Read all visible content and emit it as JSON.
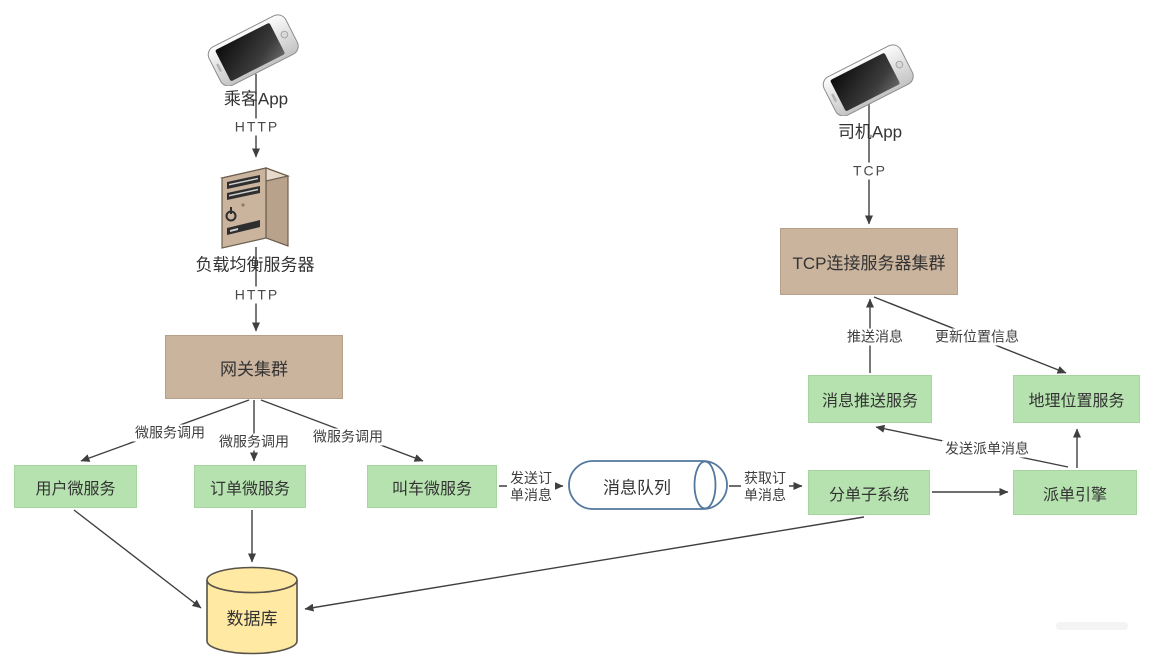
{
  "diagram": {
    "description": "ride-hailing platform architecture diagram",
    "nodes": {
      "passenger_app": "乘客App",
      "load_balancer": "负载均衡服务器",
      "gateway_cluster": "网关集群",
      "user_service": "用户微服务",
      "order_service": "订单微服务",
      "hailing_service": "叫车微服务",
      "message_queue": "消息队列",
      "database": "数据库",
      "driver_app": "司机App",
      "tcp_cluster": "TCP连接服务器集群",
      "push_service": "消息推送服务",
      "geo_service": "地理位置服务",
      "dispatch_subsystem": "分单子系统",
      "dispatch_engine": "派单引擎"
    },
    "edge_labels": {
      "http1": "HTTP",
      "http2": "HTTP",
      "tcp": "TCP",
      "microservice_call_1": "微服务调用",
      "microservice_call_2": "微服务调用",
      "microservice_call_3": "微服务调用",
      "send_order_msg": "发送订\n单消息",
      "get_order_msg": "获取订\n单消息",
      "push_msg": "推送消息",
      "update_location": "更新位置信息",
      "send_dispatch_msg": "发送派单消息"
    },
    "connections": [
      {
        "from": "乘客App",
        "to": "负载均衡服务器",
        "label": "HTTP"
      },
      {
        "from": "负载均衡服务器",
        "to": "网关集群",
        "label": "HTTP"
      },
      {
        "from": "网关集群",
        "to": "用户微服务",
        "label": "微服务调用"
      },
      {
        "from": "网关集群",
        "to": "订单微服务",
        "label": "微服务调用"
      },
      {
        "from": "网关集群",
        "to": "叫车微服务",
        "label": "微服务调用"
      },
      {
        "from": "叫车微服务",
        "to": "消息队列",
        "label": "发送订单消息"
      },
      {
        "from": "消息队列",
        "to": "分单子系统",
        "label": "获取订单消息"
      },
      {
        "from": "分单子系统",
        "to": "派单引擎",
        "label": ""
      },
      {
        "from": "派单引擎",
        "to": "消息推送服务",
        "label": "发送派单消息"
      },
      {
        "from": "派单引擎",
        "to": "地理位置服务",
        "label": ""
      },
      {
        "from": "消息推送服务",
        "to": "TCP连接服务器集群",
        "label": "推送消息"
      },
      {
        "from": "TCP连接服务器集群",
        "to": "地理位置服务",
        "label": "更新位置信息"
      },
      {
        "from": "司机App",
        "to": "TCP连接服务器集群",
        "label": "TCP"
      },
      {
        "from": "用户微服务",
        "to": "数据库",
        "label": ""
      },
      {
        "from": "订单微服务",
        "to": "数据库",
        "label": ""
      },
      {
        "from": "分单子系统",
        "to": "数据库",
        "label": ""
      }
    ],
    "icons": {
      "passenger_device": "smartphone-icon",
      "driver_device": "smartphone-icon",
      "load_balancer_device": "server-tower-icon"
    },
    "colors": {
      "box_tan": "#CBB49E",
      "box_green": "#B6E2AF",
      "mq_stroke": "#53779D",
      "db_fill": "#FFE9A3",
      "db_stroke": "#57524A",
      "arrow": "#3F3F3F",
      "text": "#333333"
    }
  }
}
